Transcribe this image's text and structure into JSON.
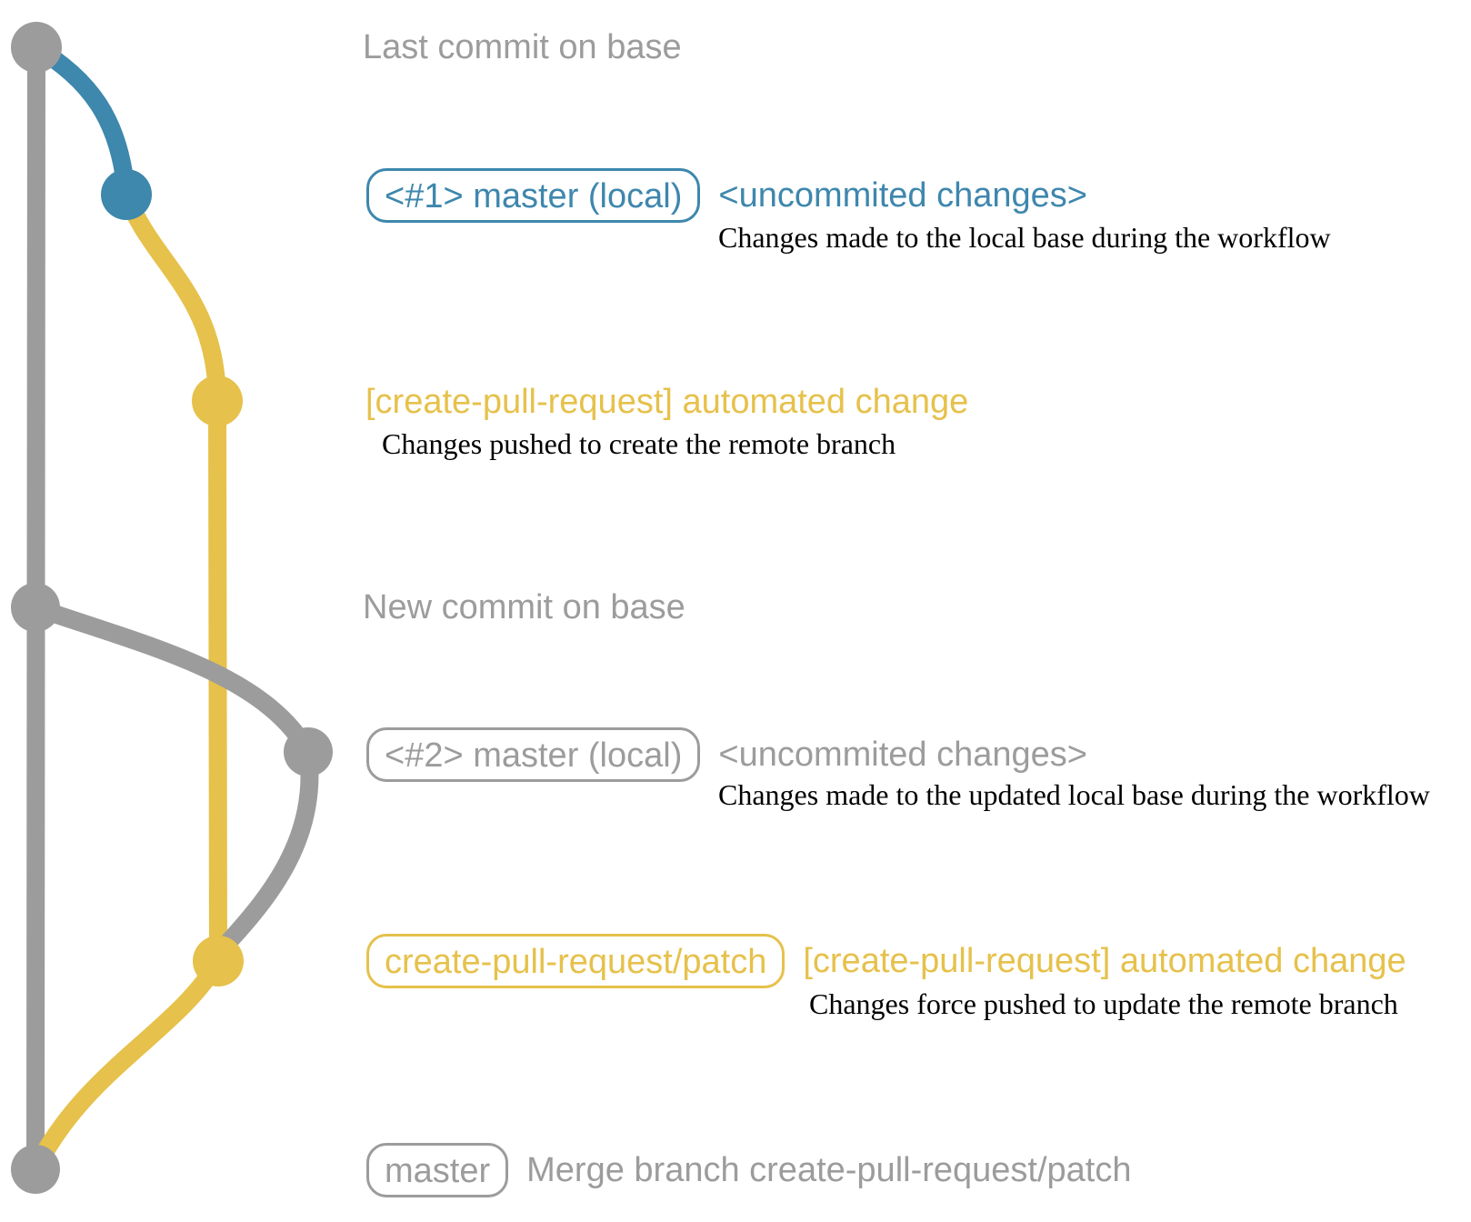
{
  "colors": {
    "blue": "#3e87ad",
    "yellow": "#e6c14b",
    "gray": "#9c9c9c",
    "ink": "#000000"
  },
  "rows": {
    "last_commit": {
      "label": "Last commit on base"
    },
    "local1": {
      "badge": "<#1> master (local)",
      "message": "<uncommited changes>",
      "description": "Changes made to the local base during the workflow"
    },
    "automated1": {
      "message": "[create-pull-request] automated change",
      "description": "Changes pushed to create the remote branch"
    },
    "new_commit": {
      "label": "New commit on base"
    },
    "local2": {
      "badge": "<#2> master (local)",
      "message": "<uncommited changes>",
      "description": "Changes made to the updated local base during the workflow"
    },
    "automated2": {
      "badge": "create-pull-request/patch",
      "message": "[create-pull-request] automated change",
      "description": "Changes force pushed to update the remote branch"
    },
    "merge": {
      "badge": "master",
      "message": "Merge branch create-pull-request/patch"
    }
  }
}
